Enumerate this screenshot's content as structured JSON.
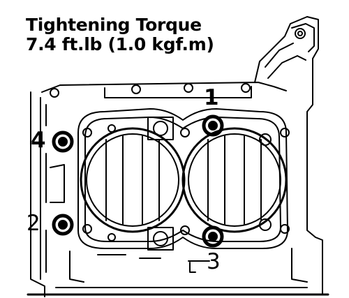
{
  "caption": {
    "title": "Tightening Torque",
    "value": "7.4 ft.lb (1.0 kgf.m)"
  },
  "callouts": [
    "1",
    "2",
    "3",
    "4"
  ],
  "colors": {
    "ink": "#000000",
    "paper": "#ffffff"
  }
}
